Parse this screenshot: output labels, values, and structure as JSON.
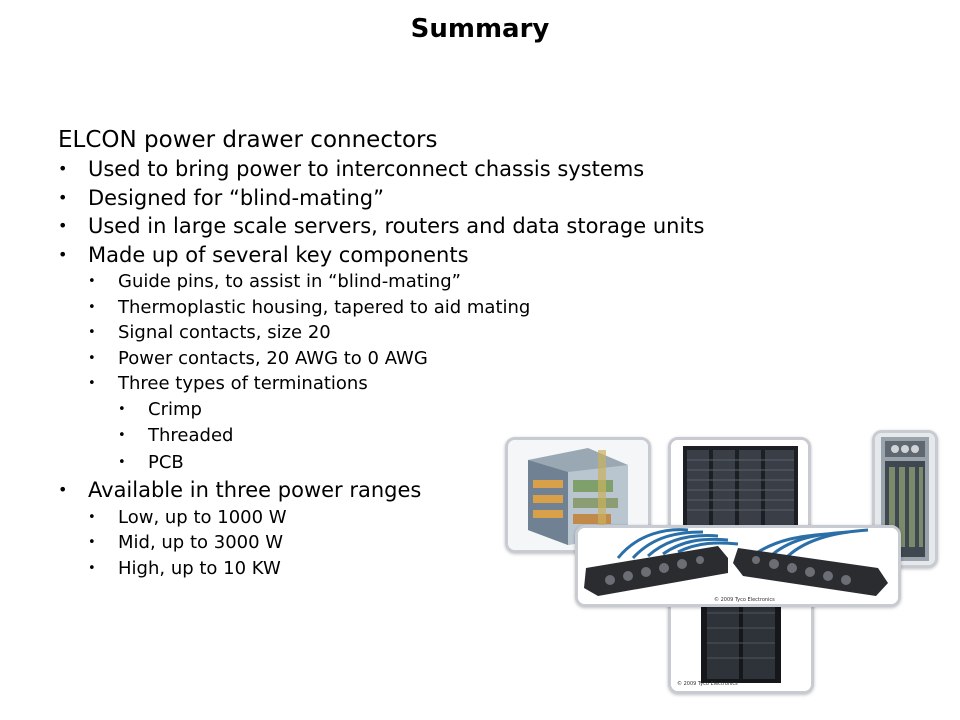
{
  "title": "Summary",
  "heading": "ELCON power drawer connectors",
  "bullets": [
    "Used to bring power to interconnect chassis systems",
    "Designed for “blind-mating”",
    "Used in large scale servers, routers and data storage units",
    "Made up of several key components"
  ],
  "components": [
    "Guide pins, to assist in “blind-mating”",
    "Thermoplastic housing, tapered to aid mating",
    "Signal contacts, size 20",
    "Power contacts, 20 AWG to 0 AWG",
    "Three types of terminations"
  ],
  "terminations": [
    "Crimp",
    "Threaded",
    "PCB"
  ],
  "power_heading": "Available in three power ranges",
  "power_ranges": [
    "Low, up to 1000 W",
    "Mid, up to 3000 W",
    "High, up to 10 KW"
  ],
  "image_captions": [
    "© 2009 Tyco Electronics",
    "© 2009 Tyco Electronics"
  ]
}
